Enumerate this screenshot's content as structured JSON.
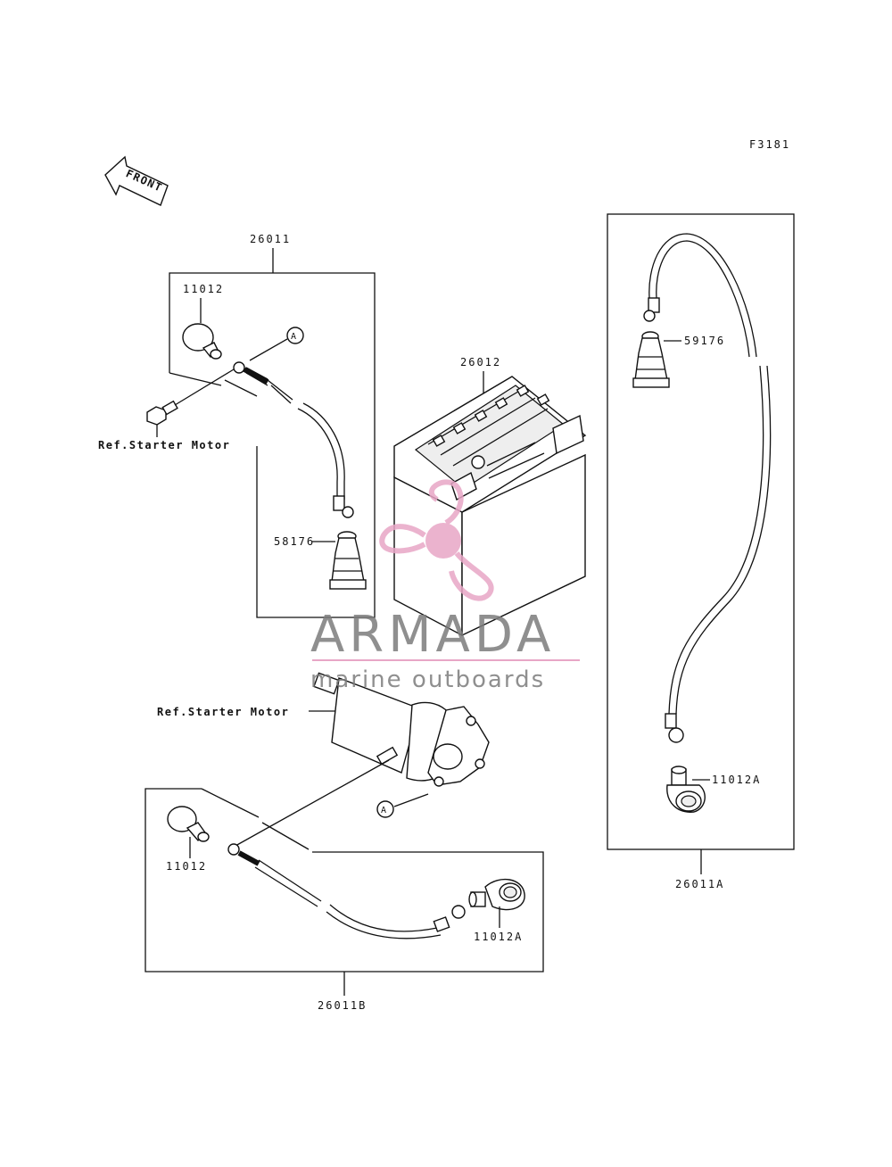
{
  "figure_code": "F3181",
  "front_label": "FRONT",
  "callout_a": "A",
  "labels": {
    "set_26011": "26011",
    "cap_11012_top": "11012",
    "boot_58176": "58176",
    "ref_starter_top": "Ref.Starter Motor",
    "battery_26012": "26012",
    "boot_59176": "59176",
    "cap_11012a_right": "11012A",
    "set_26011a": "26011A",
    "ref_starter_bottom": "Ref.Starter Motor",
    "cap_11012_bottom": "11012",
    "cap_11012a_bottom": "11012A",
    "set_26011b": "26011B"
  },
  "watermark": {
    "brand": "ARMADA",
    "tagline": "marine outboards",
    "accent_color": "#e8a6c6"
  }
}
